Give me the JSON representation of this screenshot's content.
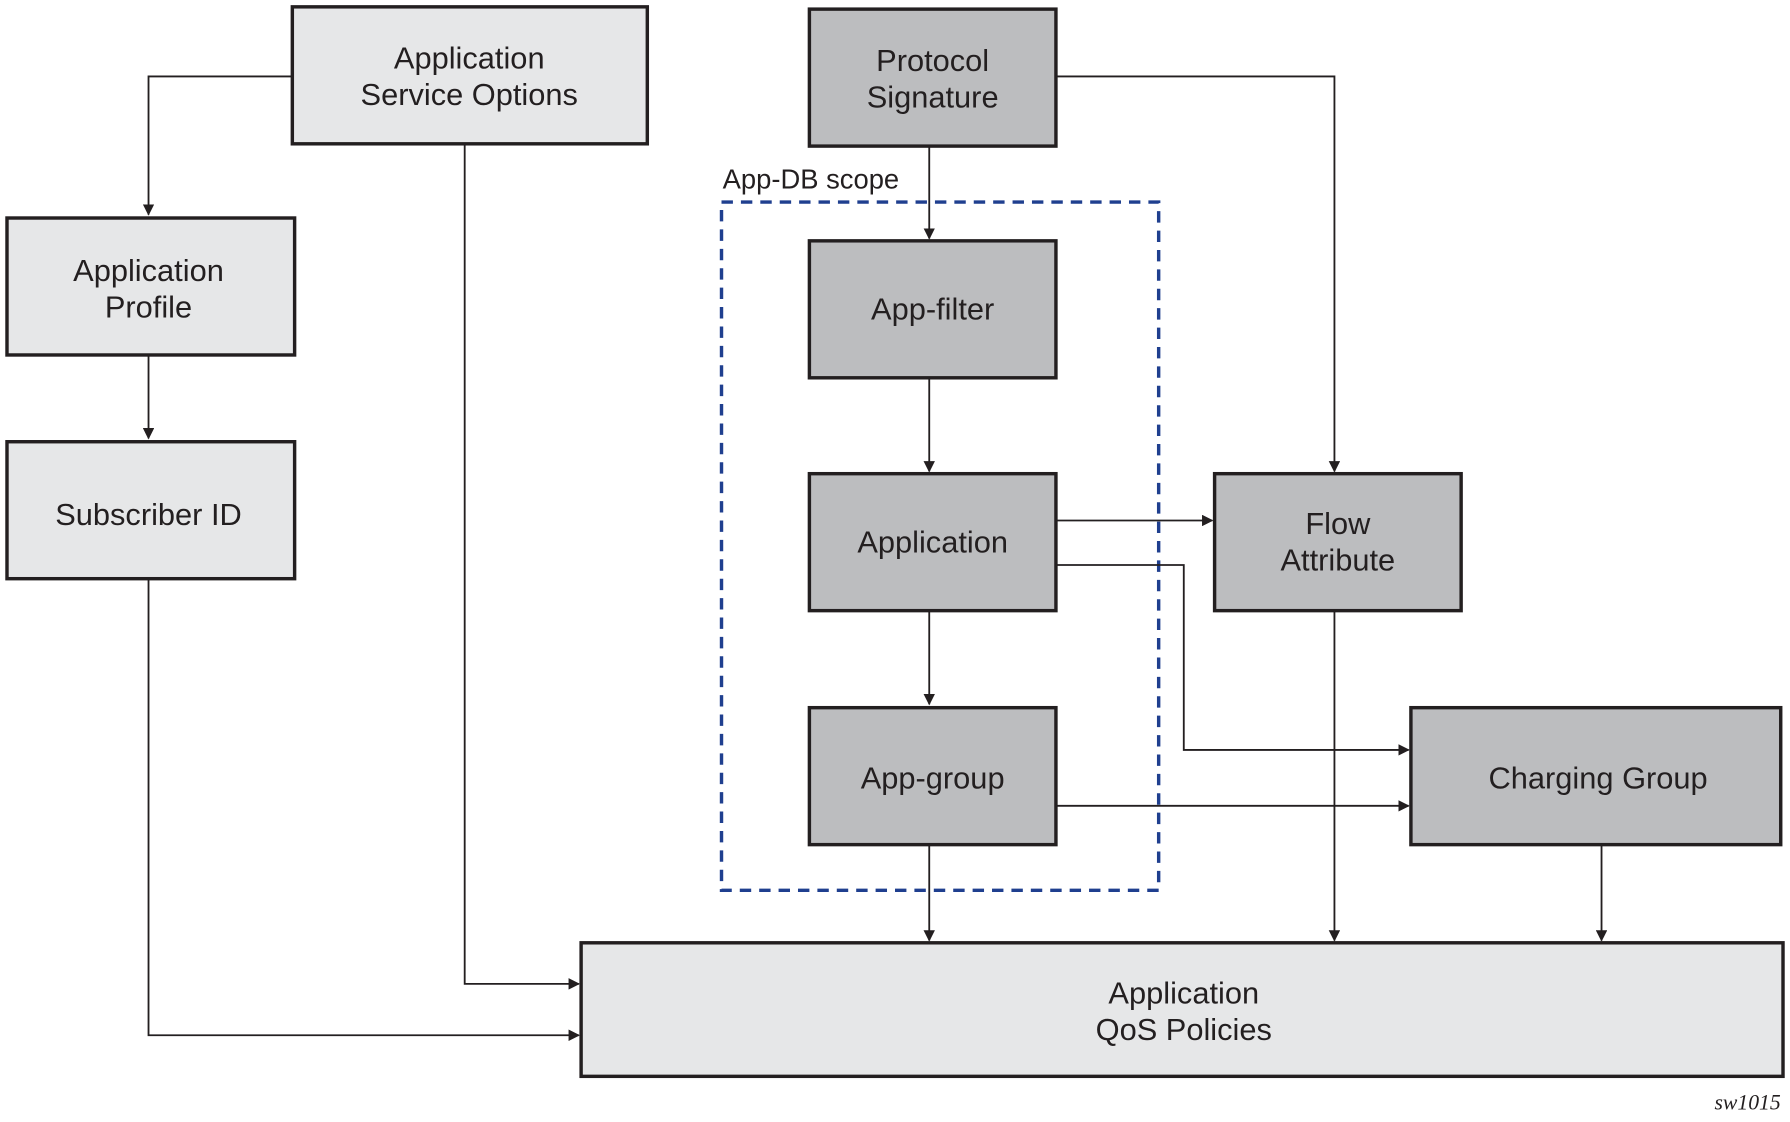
{
  "nodes": {
    "app_service_options": {
      "line1": "Application",
      "line2": "Service Options"
    },
    "protocol_signature": {
      "line1": "Protocol",
      "line2": "Signature"
    },
    "app_profile": {
      "line1": "Application",
      "line2": "Profile"
    },
    "subscriber_id": {
      "label": "Subscriber ID"
    },
    "app_filter": {
      "label": "App-filter"
    },
    "application": {
      "label": "Application"
    },
    "flow_attribute": {
      "line1": "Flow",
      "line2": "Attribute"
    },
    "app_group": {
      "label": "App-group"
    },
    "charging_group": {
      "label": "Charging Group"
    },
    "qos_policies": {
      "line1": "Application",
      "line2": "QoS Policies"
    }
  },
  "scope": {
    "label": "App-DB scope",
    "color": "#1f3f8f"
  },
  "colors": {
    "light_box": "#e6e7e8",
    "dark_box": "#bcbdbf",
    "line": "#231f20"
  },
  "figure_code": "sw1015",
  "edges": [
    [
      "Application Service Options",
      "Application Profile"
    ],
    [
      "Application Profile",
      "Subscriber ID"
    ],
    [
      "Subscriber ID",
      "Application QoS Policies"
    ],
    [
      "Application Service Options",
      "Application QoS Policies"
    ],
    [
      "Protocol Signature",
      "App-filter"
    ],
    [
      "Protocol Signature",
      "Flow Attribute"
    ],
    [
      "App-filter",
      "Application"
    ],
    [
      "Application",
      "App-group"
    ],
    [
      "Application",
      "Flow Attribute"
    ],
    [
      "Application",
      "Charging Group"
    ],
    [
      "App-group",
      "Charging Group"
    ],
    [
      "App-group",
      "Application QoS Policies"
    ],
    [
      "Flow Attribute",
      "Application QoS Policies"
    ],
    [
      "Charging Group",
      "Application QoS Policies"
    ]
  ]
}
